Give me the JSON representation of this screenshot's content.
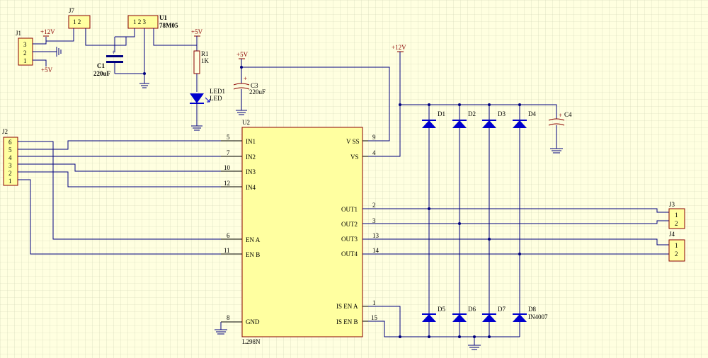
{
  "colors": {
    "background": "#ffffe0",
    "grid": "#cfd4b4",
    "wire": "#000080",
    "part_outline": "#8b0000",
    "part_fill": "#ffffa0",
    "diode": "#0000cd"
  },
  "connectors": {
    "j1": {
      "ref": "J1",
      "pins": [
        "3",
        "2",
        "1"
      ]
    },
    "j7": {
      "ref": "J7",
      "pins": "1 2"
    },
    "j2": {
      "ref": "J2",
      "pins": [
        "6",
        "5",
        "4",
        "3",
        "2",
        "1"
      ]
    },
    "j3": {
      "ref": "J3",
      "pins": [
        "1",
        "2"
      ]
    },
    "j4": {
      "ref": "J4",
      "pins": [
        "1",
        "2"
      ]
    }
  },
  "regulator": {
    "ref": "U1",
    "value": "78M05",
    "pins": "1 2 3"
  },
  "c1": {
    "ref": "C1",
    "value": "220uF"
  },
  "c3": {
    "ref": "C3",
    "value": "220uF"
  },
  "c4": {
    "ref": "C4"
  },
  "r1": {
    "ref": "R1",
    "value": "1K"
  },
  "led": {
    "ref": "LED1",
    "value": "LED"
  },
  "power": {
    "p12": "+12V",
    "p5": "+5V"
  },
  "driver": {
    "ref": "U2",
    "value": "L298N",
    "left_pins": [
      {
        "num": "5",
        "name": "IN1"
      },
      {
        "num": "7",
        "name": "IN2"
      },
      {
        "num": "10",
        "name": "IN3"
      },
      {
        "num": "12",
        "name": "IN4"
      },
      {
        "num": "6",
        "name": "EN A"
      },
      {
        "num": "11",
        "name": "EN B"
      },
      {
        "num": "8",
        "name": "GND"
      }
    ],
    "right_pins": [
      {
        "num": "9",
        "name": "V SS"
      },
      {
        "num": "4",
        "name": "VS"
      },
      {
        "num": "2",
        "name": "OUT1"
      },
      {
        "num": "3",
        "name": "OUT2"
      },
      {
        "num": "13",
        "name": "OUT3"
      },
      {
        "num": "14",
        "name": "OUT4"
      },
      {
        "num": "1",
        "name": "IS EN A"
      },
      {
        "num": "15",
        "name": "IS EN B"
      }
    ]
  },
  "diodes": {
    "top": [
      "D1",
      "D2",
      "D3",
      "D4"
    ],
    "bottom": [
      "D5",
      "D6",
      "D7",
      "D8"
    ],
    "value": "IN4007"
  }
}
